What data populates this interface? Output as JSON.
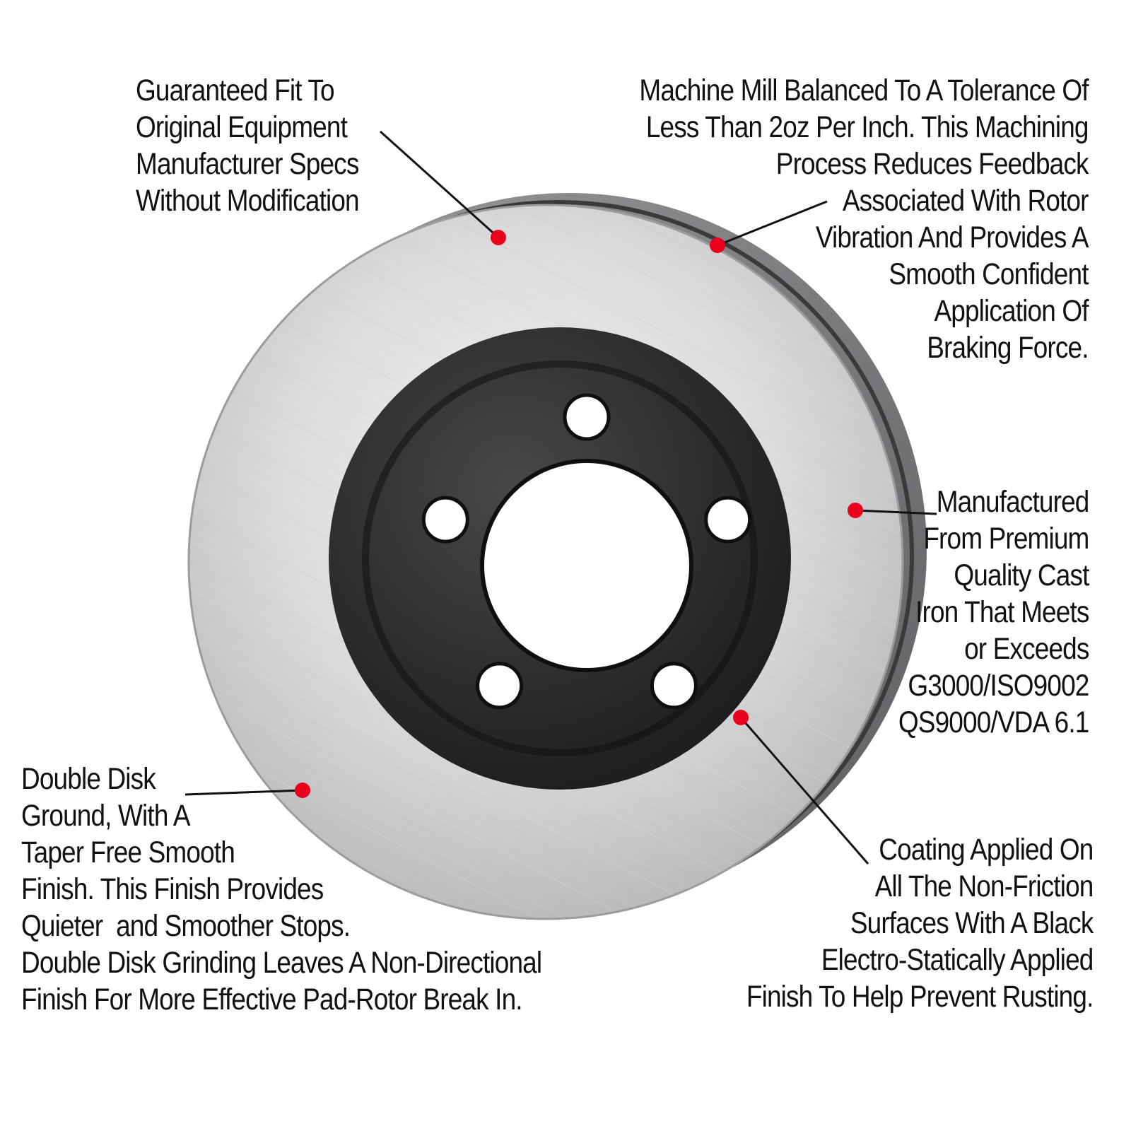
{
  "colors": {
    "background": "#ffffff",
    "marker": "#e8001c",
    "text": "#111111",
    "rotor_face": "#d9d9db",
    "hat_coating": "#2a2a2c"
  },
  "callouts": [
    {
      "id": "fit",
      "lines": [
        "Guaranteed Fit To",
        "Original Equipment",
        "Manufacturer Specs",
        "Without Modification"
      ]
    },
    {
      "id": "balance",
      "lines": [
        "Machine Mill Balanced To A Tolerance Of",
        "Less Than 2oz Per Inch. This Machining",
        "Process Reduces Feedback",
        "Associated With Rotor",
        "Vibration And Provides A",
        "Smooth Confident",
        "Application Of",
        "Braking Force."
      ]
    },
    {
      "id": "iron",
      "lines": [
        "Manufactured",
        "From Premium",
        "Quality Cast",
        "Iron That Meets",
        "or Exceeds",
        "G3000/ISO9002",
        "QS9000/VDA 6.1"
      ]
    },
    {
      "id": "ground",
      "lines": [
        "Double Disk",
        "Ground, With A",
        "Taper Free Smooth",
        "Finish. This Finish Provides",
        "Quieter  and Smoother Stops.",
        "Double Disk Grinding Leaves A Non-Directional",
        "Finish For More Effective Pad-Rotor Break In."
      ]
    },
    {
      "id": "coating",
      "lines": [
        "Coating Applied On",
        "All The Non-Friction",
        "Surfaces With A Black",
        "Electro-Statically Applied",
        "Finish To Help Prevent Rusting."
      ]
    }
  ],
  "rotor": {
    "lug_holes": 5
  }
}
